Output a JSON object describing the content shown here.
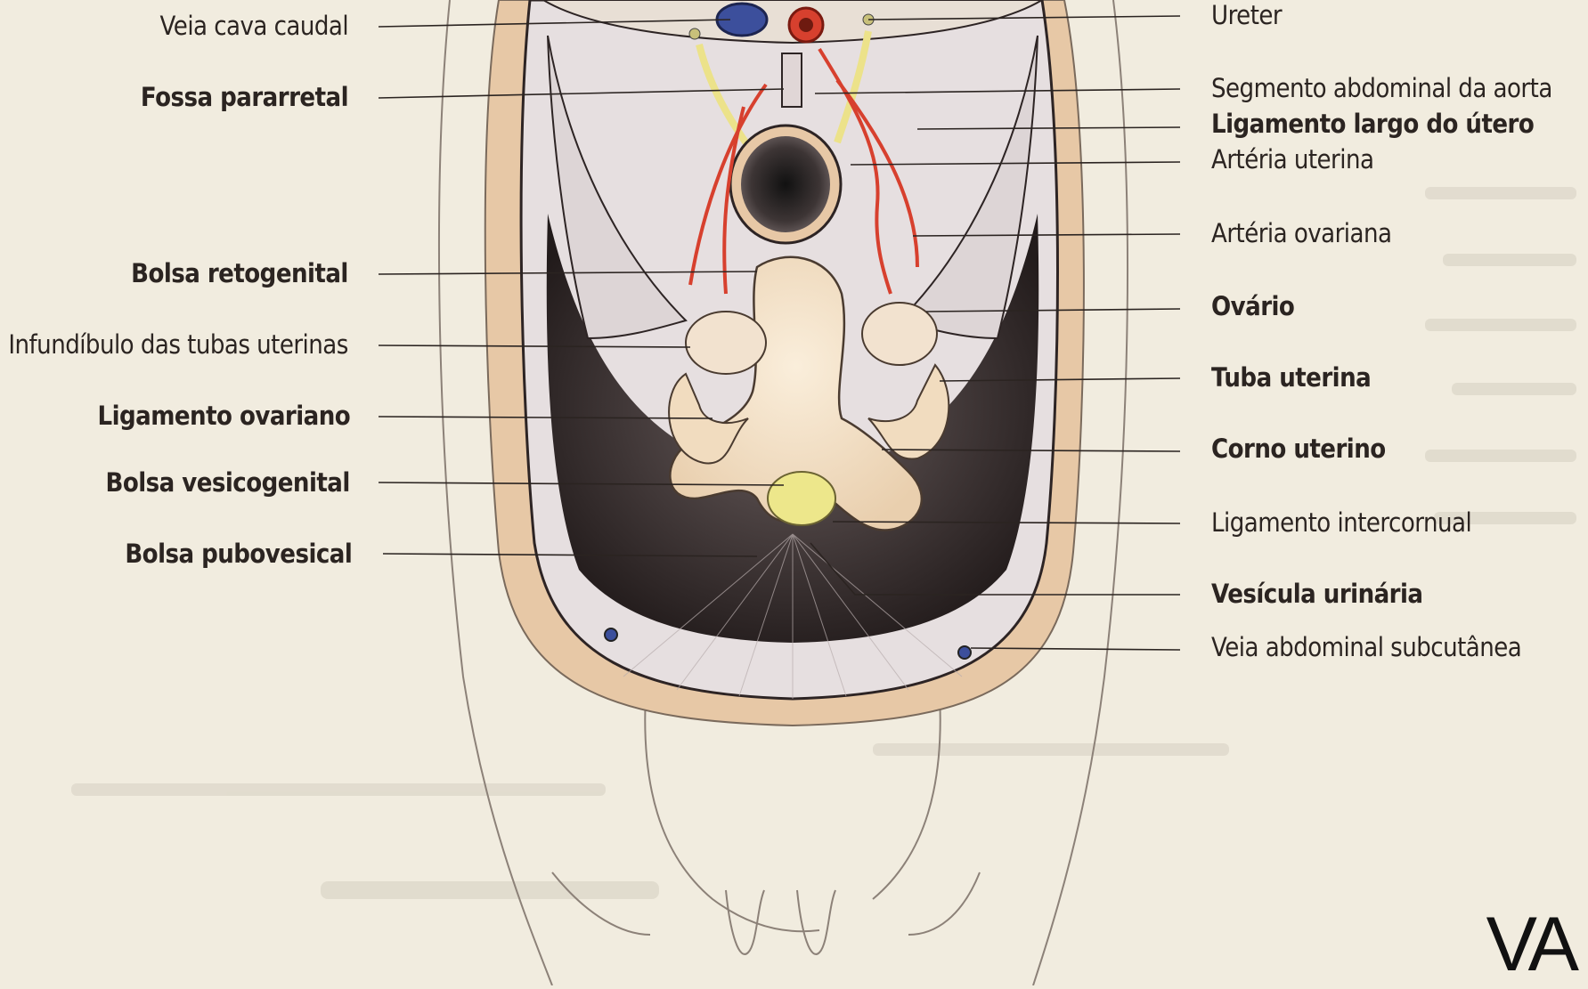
{
  "labels_left": [
    {
      "id": "veia-cava-caudal",
      "text": "Veia cava caudal",
      "bold": false
    },
    {
      "id": "fossa-pararretal",
      "text": "Fossa pararretal",
      "bold": true
    },
    {
      "id": "bolsa-retogenital",
      "text": "Bolsa retogenital",
      "bold": true
    },
    {
      "id": "infundibulo",
      "text": "Infundíbulo das tubas uterinas",
      "bold": false
    },
    {
      "id": "ligamento-ovariano",
      "text": "Ligamento ovariano",
      "bold": true
    },
    {
      "id": "bolsa-vesicogenital",
      "text": "Bolsa vesicogenital",
      "bold": true
    },
    {
      "id": "bolsa-pubovesical",
      "text": "Bolsa pubovesical",
      "bold": true
    }
  ],
  "labels_right": [
    {
      "id": "ureter",
      "text": "Ureter",
      "bold": false
    },
    {
      "id": "aorta",
      "text": "Segmento abdominal da aorta",
      "bold": false
    },
    {
      "id": "ligamento-largo",
      "text": "Ligamento largo do útero",
      "bold": true
    },
    {
      "id": "arteria-uterina",
      "text": "Artéria uterina",
      "bold": false
    },
    {
      "id": "arteria-ovariana",
      "text": "Artéria ovariana",
      "bold": false
    },
    {
      "id": "ovario",
      "text": "Ovário",
      "bold": true
    },
    {
      "id": "tuba-uterina",
      "text": "Tuba uterina",
      "bold": true
    },
    {
      "id": "corno-uterino",
      "text": "Corno uterino",
      "bold": true
    },
    {
      "id": "ligamento-intercornual",
      "text": "Ligamento intercornual",
      "bold": false
    },
    {
      "id": "vesicula-urinaria",
      "text": "Vesícula urinária",
      "bold": true
    },
    {
      "id": "veia-abdominal",
      "text": "Veia abdominal subcutânea",
      "bold": false
    }
  ],
  "watermark": "VA",
  "colors": {
    "paper": "#f1ecdf",
    "peritoneum": "#e8e0df",
    "cavity_dark": "#2e2626",
    "body_wall": "#e7c8a6",
    "uterus": "#f4dfc0",
    "artery": "#d7402e",
    "vein": "#3c4f9c",
    "ureter": "#ece28a",
    "bladder": "#ede78b",
    "leader": "#2b2421"
  }
}
